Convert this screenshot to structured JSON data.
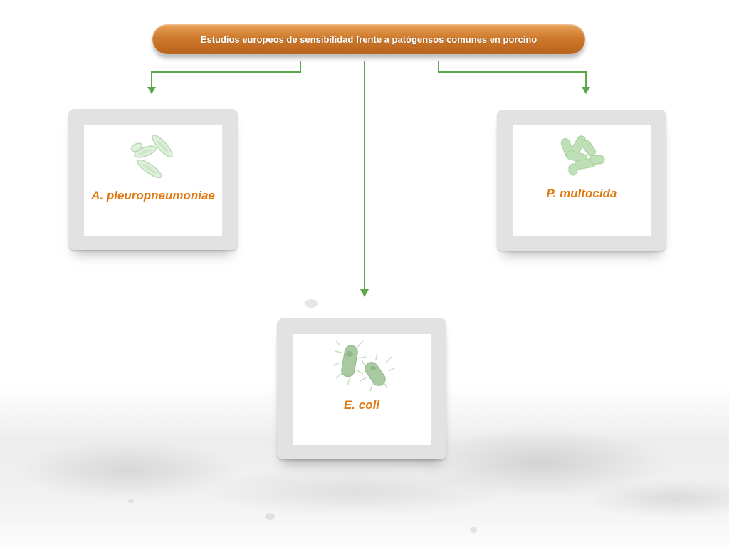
{
  "title": "Estudios europeos de sensibilidad frente a patógensos comunes en porcino",
  "colors": {
    "accent_line": "#5aa84a",
    "title_bg": "#cf7a2b",
    "label": "#e07a10",
    "card_frame": "#e2e2e2"
  },
  "pathogens": [
    {
      "label": "A. pleuropneumoniae",
      "icon": "rod-bacteria-icon"
    },
    {
      "label": "P. multocida",
      "icon": "coccobacilli-icon"
    },
    {
      "label": "E. coli",
      "icon": "flagellated-bacteria-icon"
    }
  ]
}
